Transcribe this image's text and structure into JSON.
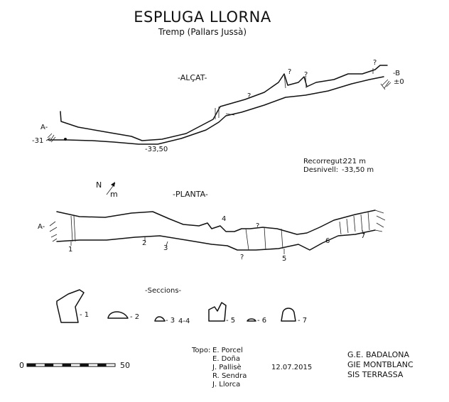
{
  "title": "ESPLUGA LLORNA",
  "subtitle": "Tremp (Pallars Jussà)",
  "alcat": {
    "heading": "-ALÇAT-",
    "point_a": "A-",
    "point_a_elev": "-31",
    "point_b": "-B",
    "point_b_elev": "±0",
    "low_point": "-33,50",
    "questions": [
      "?",
      "?",
      "?",
      "?"
    ]
  },
  "stats": {
    "recorregut_label": "Recorregut:",
    "recorregut_value": "221 m",
    "desnivell_label": "Desnivell:",
    "desnivell_value": "-33,50 m"
  },
  "north": {
    "n": "N",
    "m": "m"
  },
  "planta": {
    "heading": "-PLANTA-",
    "point_a": "A-",
    "markers": [
      "1",
      "2",
      "3",
      "4",
      "5",
      "6",
      "7"
    ],
    "questions": [
      "?",
      "?"
    ]
  },
  "sections": {
    "heading": "-Seccions-",
    "labels": [
      "- 1",
      "- 2",
      "- 3",
      "4-4",
      "- 5",
      "- 6",
      "- 7"
    ]
  },
  "scale": {
    "start": "0",
    "end": "50"
  },
  "credits": {
    "topo_label": "Topo:",
    "names": [
      "E. Porcel",
      "E. Doña",
      "J. Pallisè",
      "R. Sendra",
      "J. Llorca"
    ],
    "date": "12.07.2015",
    "clubs": [
      "G.E. BADALONA",
      "GIE MONTBLANC",
      "SIS TERRASSA"
    ]
  }
}
